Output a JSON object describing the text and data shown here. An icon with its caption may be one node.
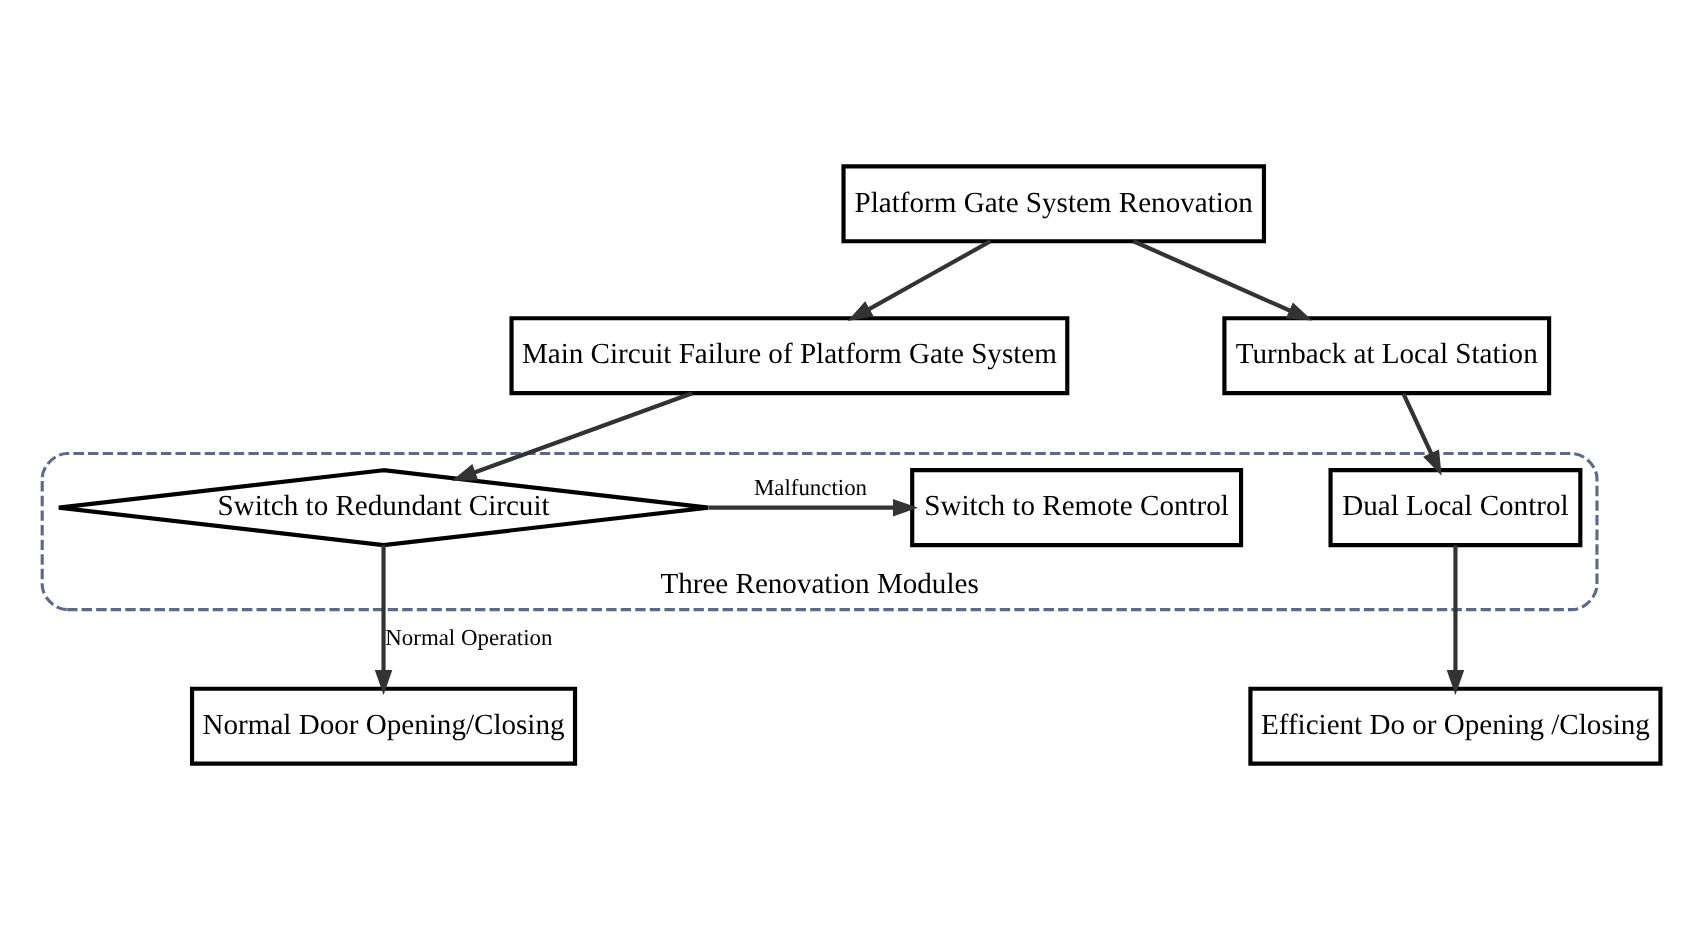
{
  "diagram": {
    "nodes": [
      {
        "text": [
          "Platform Gate System Renovation"
        ]
      },
      {
        "text": [
          "Main Circuit Failure of Platform Gate System"
        ]
      },
      {
        "text": [
          "Turnback at Local Station"
        ]
      },
      {
        "text": [
          "Three Renovation Modules"
        ]
      },
      {
        "text": [
          "Switch to Remote Control"
        ],
        "in": 3
      },
      {
        "text": [
          "Switch to Redundant Circuit"
        ],
        "in": 3
      },
      {
        "text": [
          "Dual Local Control"
        ],
        "in": 3
      },
      {
        "text": [
          "Normal Door Opening/Closing"
        ]
      },
      {
        "text": [
          "Efficient Do or Opening /Closing"
        ]
      }
    ],
    "edges": [
      {
        "from": 0,
        "to": 1,
        "arrow": "to"
      },
      {
        "from": 0,
        "to": 2,
        "arrow": "to"
      },
      {
        "from": 1,
        "to": 5,
        "arrow": "to"
      },
      {
        "from": 2,
        "to": 6,
        "arrow": "to"
      },
      {
        "from": 5,
        "to": 4,
        "arrow": "to",
        "label": "Malfunction"
      },
      {
        "from": 5,
        "to": 7,
        "arrow": "to",
        "label": "Normal Operation"
      },
      {
        "from": 6,
        "to": 8,
        "arrow": "to"
      }
    ]
  }
}
